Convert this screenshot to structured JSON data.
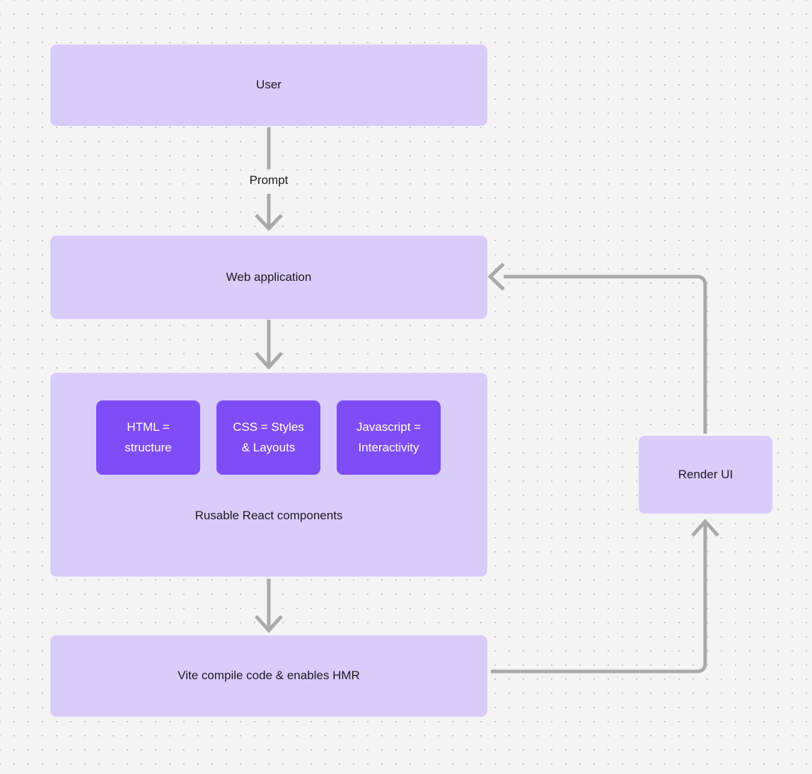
{
  "diagram": {
    "background_color": "#F4F4F5",
    "dot_color": "#C9C9CE",
    "node_fill": "#D9CCFB",
    "chip_fill": "#7F4DF5",
    "edge_color": "#AAAAAA",
    "text_color": "#1B1B20"
  },
  "nodes": {
    "user": {
      "label": "User"
    },
    "web_application": {
      "label": "Web application"
    },
    "components_group": {
      "caption": "Rusable React components"
    },
    "html_chip": {
      "label": "HTML =\nstructure"
    },
    "css_chip": {
      "label": "CSS = Styles\n& Layouts"
    },
    "js_chip": {
      "label": "Javascript =\nInteractivity"
    },
    "vite": {
      "label": "Vite compile code & enables HMR"
    },
    "render_ui": {
      "label": "Render UI"
    }
  },
  "edges": {
    "user_to_web": {
      "label": "Prompt"
    },
    "web_to_components": {
      "label": ""
    },
    "components_to_vite": {
      "label": ""
    },
    "vite_to_render": {
      "label": ""
    },
    "render_to_web": {
      "label": ""
    }
  }
}
